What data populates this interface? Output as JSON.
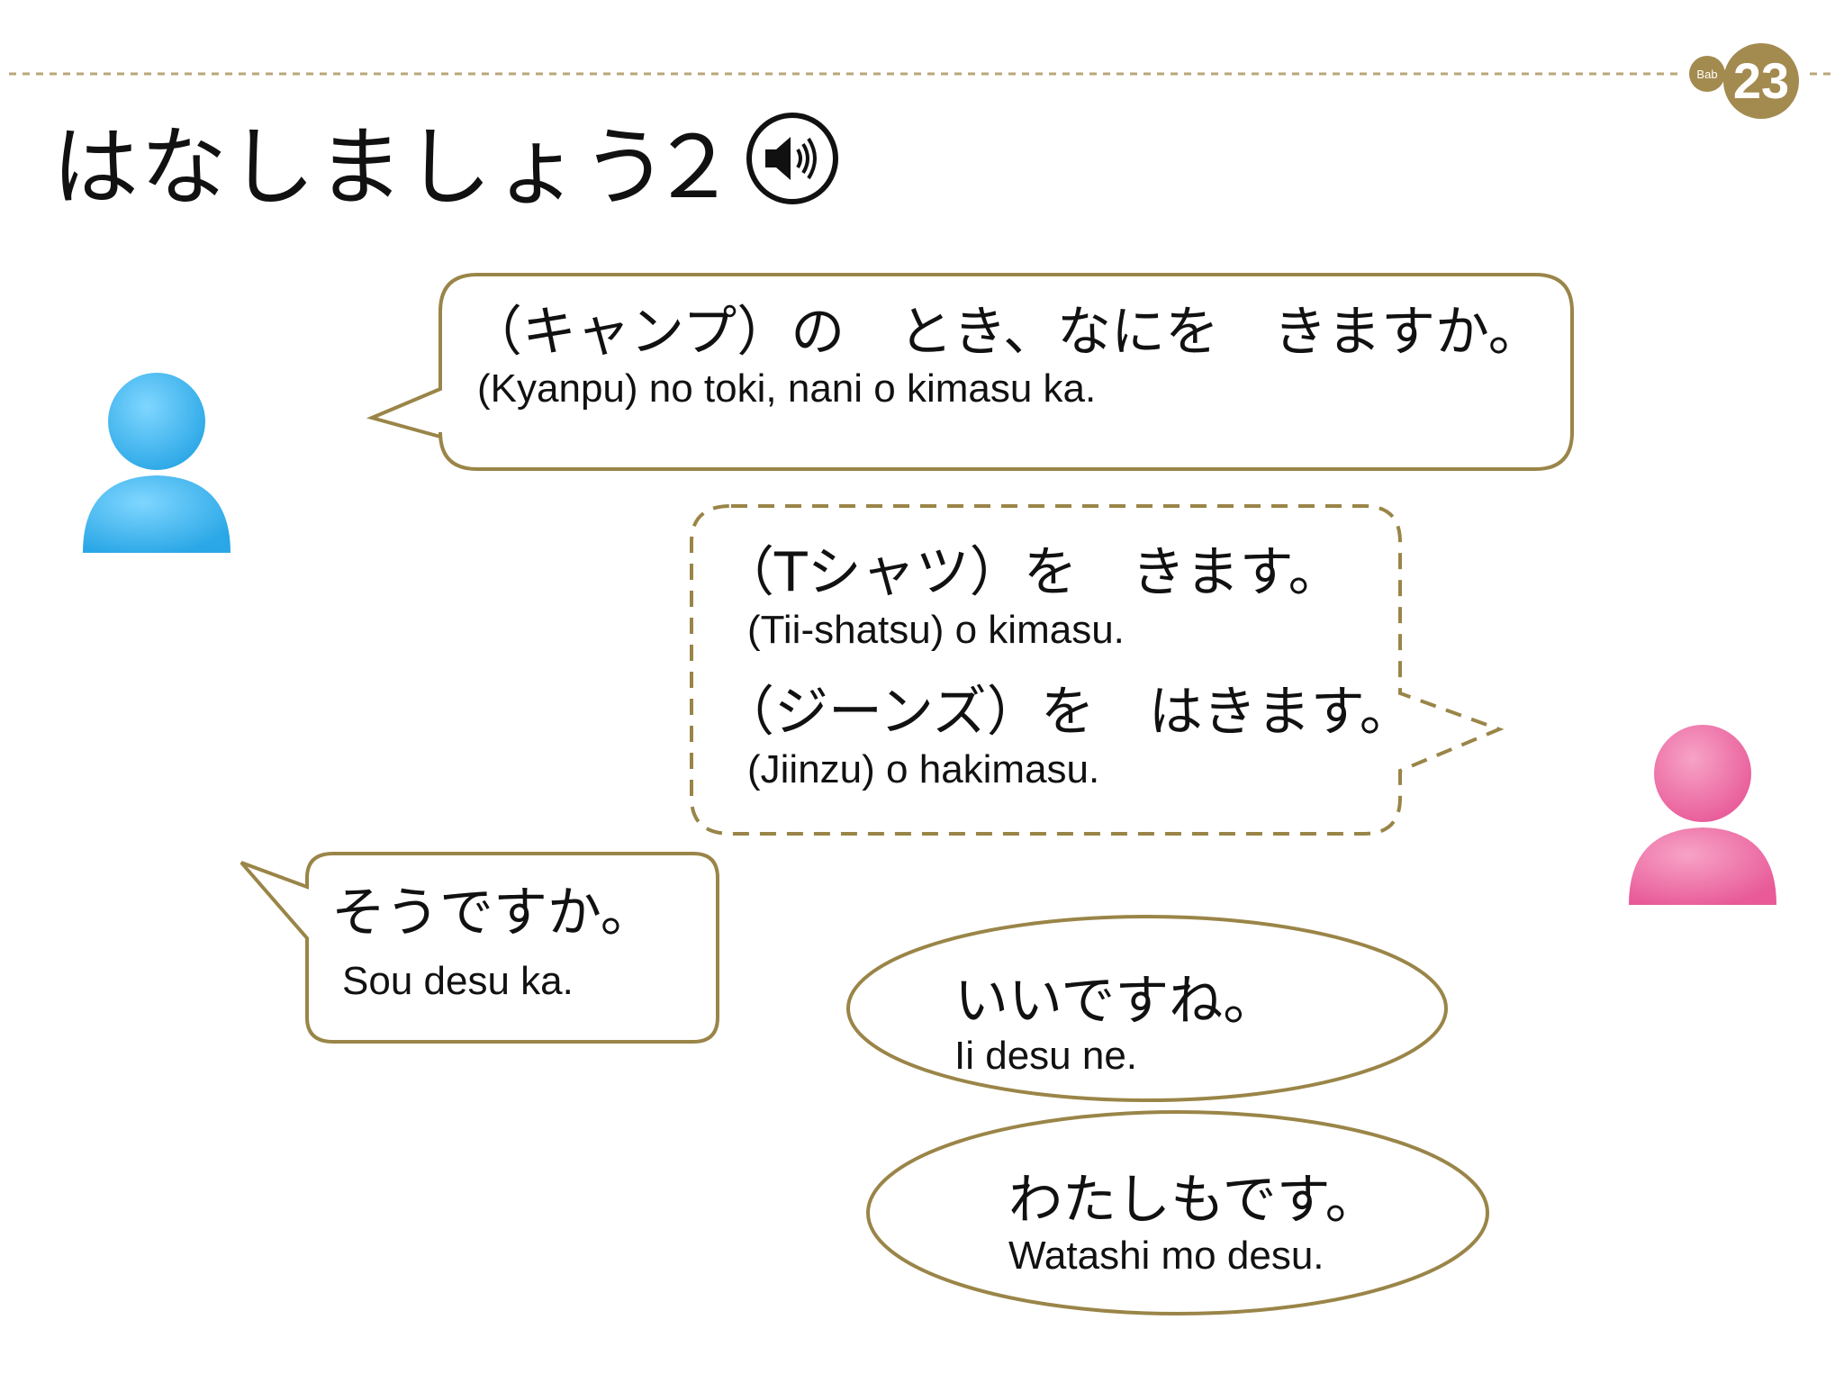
{
  "header": {
    "title": "はなしましょう",
    "number": "２",
    "badge_prefix": "Bab",
    "badge_number": "23"
  },
  "colors": {
    "border": "#9a8548",
    "badge": "#a38a4f",
    "person_a": "#3fb9ee",
    "person_b": "#ee6ea4"
  },
  "dialogue": [
    {
      "speaker": "a",
      "jp": "（キャンプ）の　とき、なにを　きますか。",
      "romaji": "(Kyanpu) no toki, nani o kimasu ka."
    },
    {
      "speaker": "b",
      "jp": "（Tシャツ）を　きます。",
      "romaji": "(Tii-shatsu) o kimasu."
    },
    {
      "speaker": "b",
      "jp": "（ジーンズ）を　はきます。",
      "romaji": "(Jiinzu) o hakimasu."
    },
    {
      "speaker": "a",
      "jp": "そうですか。",
      "romaji": "Sou desu ka."
    },
    {
      "speaker": "both",
      "jp": "いいですね。",
      "romaji": "Ii desu ne."
    },
    {
      "speaker": "both",
      "jp": "わたしもです。",
      "romaji": "Watashi mo desu."
    }
  ]
}
